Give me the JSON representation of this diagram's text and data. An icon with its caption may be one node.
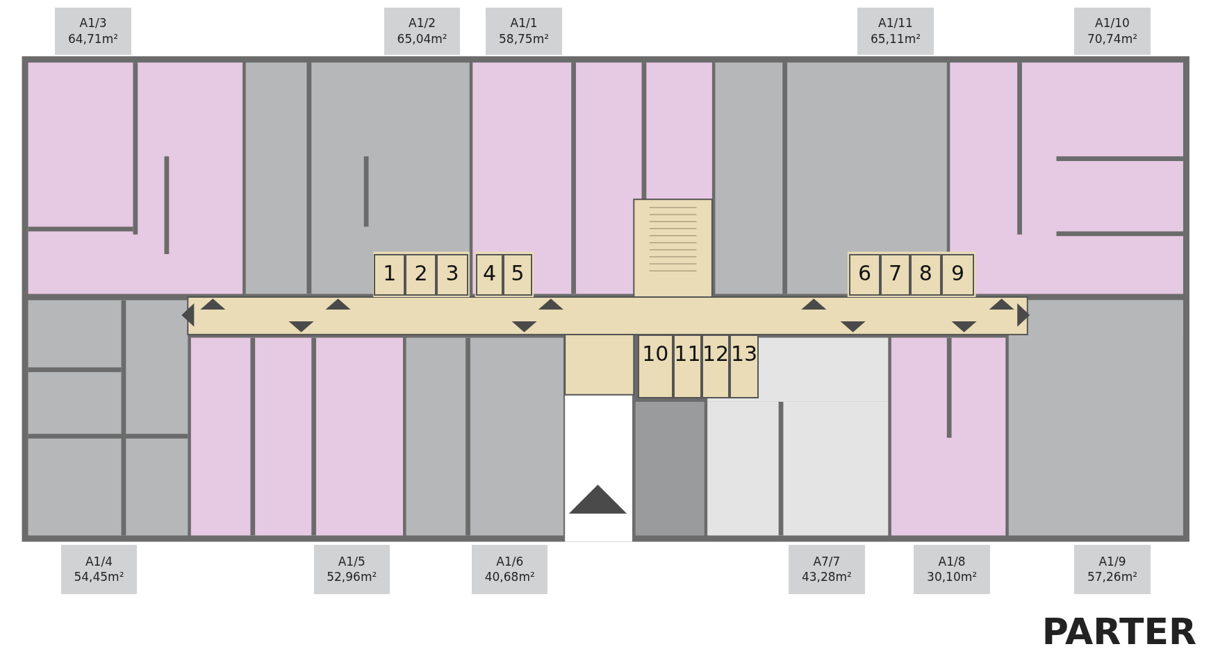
{
  "diagram": {
    "title": "PARTER",
    "nodes": [
      {
        "text": [
          "A1/3",
          "64,71m²"
        ]
      },
      {
        "text": [
          "A1/2",
          "65,04m²"
        ]
      },
      {
        "text": [
          "A1/1",
          "58,75m²"
        ]
      },
      {
        "text": [
          "A1/11",
          "65,11m²"
        ]
      },
      {
        "text": [
          "A1/10",
          "70,74m²"
        ]
      },
      {
        "text": [
          "1"
        ]
      },
      {
        "text": [
          "2"
        ]
      },
      {
        "text": [
          "3"
        ]
      },
      {
        "text": [
          "4"
        ]
      },
      {
        "text": [
          "5"
        ]
      },
      {
        "text": [
          "6"
        ]
      },
      {
        "text": [
          "7"
        ]
      },
      {
        "text": [
          "8"
        ]
      },
      {
        "text": [
          "9"
        ]
      },
      {
        "text": [
          "10"
        ]
      },
      {
        "text": [
          "11"
        ]
      },
      {
        "text": [
          "12"
        ]
      },
      {
        "text": [
          "13"
        ]
      },
      {
        "text": [
          "A1/4",
          "54,45m²"
        ]
      },
      {
        "text": [
          "A1/5",
          "52,96m²"
        ]
      },
      {
        "text": [
          "A1/6",
          "40,68m²"
        ]
      },
      {
        "text": [
          "A7/7",
          "43,28m²"
        ]
      },
      {
        "text": [
          "A1/8",
          "30,10m²"
        ]
      },
      {
        "text": [
          "A1/9",
          "57,26m²"
        ]
      }
    ]
  }
}
